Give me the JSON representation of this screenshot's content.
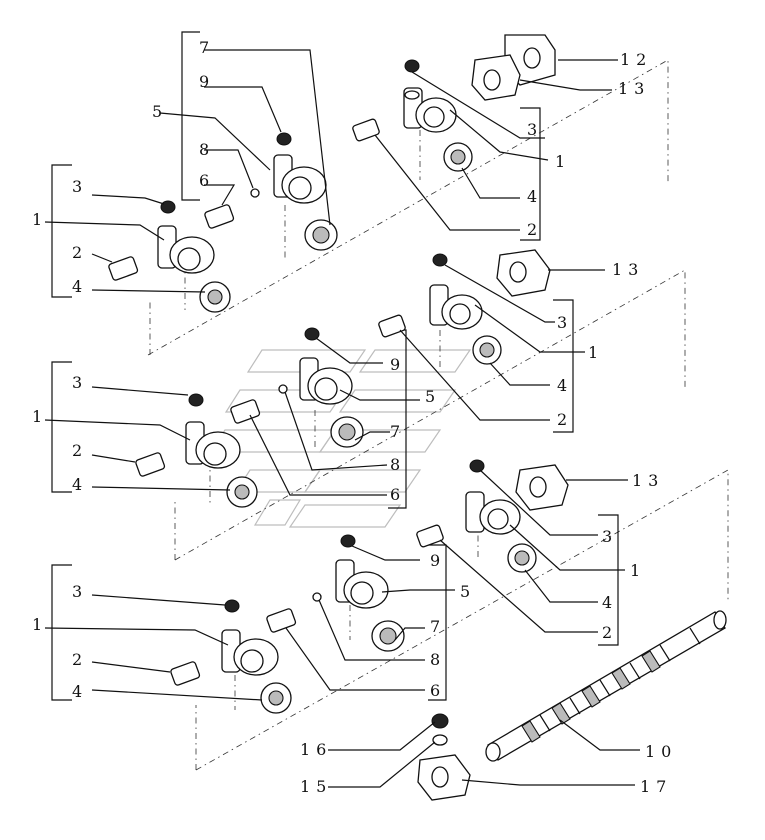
{
  "diagram": {
    "labels": {
      "t12": "12",
      "t13a": "13",
      "t3a": "3",
      "t1a": "1",
      "t4a": "4",
      "t2a": "2",
      "t7a": "7",
      "t9a": "9",
      "t5a": "5",
      "t8a": "8",
      "t6a": "6",
      "t3b": "3",
      "t1b": "1",
      "t2b": "2",
      "t4b": "4",
      "t13b": "13",
      "t3c": "3",
      "t1c": "1",
      "t4c": "4",
      "t2c": "2",
      "t9b": "9",
      "t5b": "5",
      "t7b": "7",
      "t8b": "8",
      "t6b": "6",
      "t3d": "3",
      "t1d": "1",
      "t2d": "2",
      "t4d": "4",
      "t13c": "13",
      "t3e": "3",
      "t1e": "1",
      "t4e": "4",
      "t2e": "2",
      "t9c": "9",
      "t5c": "5",
      "t7c": "7",
      "t8c": "8",
      "t6c": "6",
      "t3f": "3",
      "t1f": "1",
      "t2f": "2",
      "t4f": "4",
      "t10": "10",
      "t16": "16",
      "t15": "15",
      "t17": "17"
    }
  }
}
